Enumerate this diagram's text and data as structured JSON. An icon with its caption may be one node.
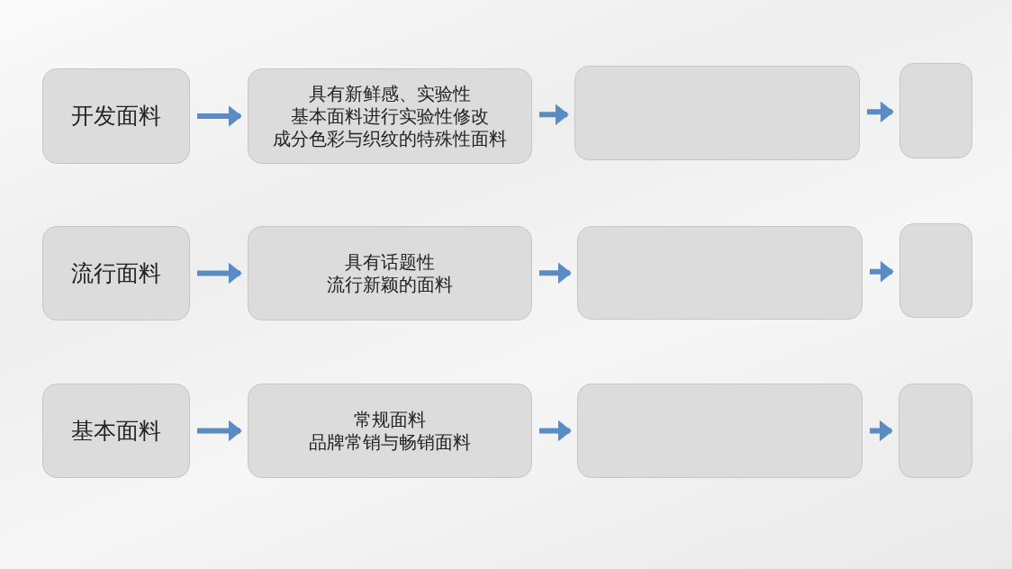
{
  "diagram": {
    "nodes": [
      {
        "text": [
          "开发面料"
        ]
      },
      {
        "text": [
          "具有新鲜感、实验性基本面料进行实验性修改成分色彩与织纹的特殊性面料"
        ]
      },
      {
        "text": [],
        "shape": "box"
      },
      {
        "text": [],
        "shape": "box"
      },
      {
        "text": [
          "流行面料"
        ]
      },
      {
        "text": [
          "具有话题性流行新颖的面料"
        ]
      },
      {
        "text": [],
        "shape": "box"
      },
      {
        "text": [],
        "shape": "box"
      },
      {
        "text": [
          "基本面料"
        ]
      },
      {
        "text": [
          "常规面料品牌常销与畅销面料"
        ]
      },
      {
        "text": [],
        "shape": "box"
      },
      {
        "text": [],
        "shape": "box"
      }
    ],
    "edges": [
      {
        "from": 0,
        "to": 1,
        "arrow": "to"
      },
      {
        "from": 1,
        "to": 2,
        "arrow": "to"
      },
      {
        "from": 2,
        "to": 3,
        "arrow": "to"
      },
      {
        "from": 4,
        "to": 5,
        "arrow": "to"
      },
      {
        "from": 5,
        "to": 6,
        "arrow": "to"
      },
      {
        "from": 6,
        "to": 7,
        "arrow": "to"
      },
      {
        "from": 8,
        "to": 9,
        "arrow": "to"
      },
      {
        "from": 9,
        "to": 10,
        "arrow": "to"
      },
      {
        "from": 10,
        "to": 11,
        "arrow": "to"
      }
    ]
  }
}
